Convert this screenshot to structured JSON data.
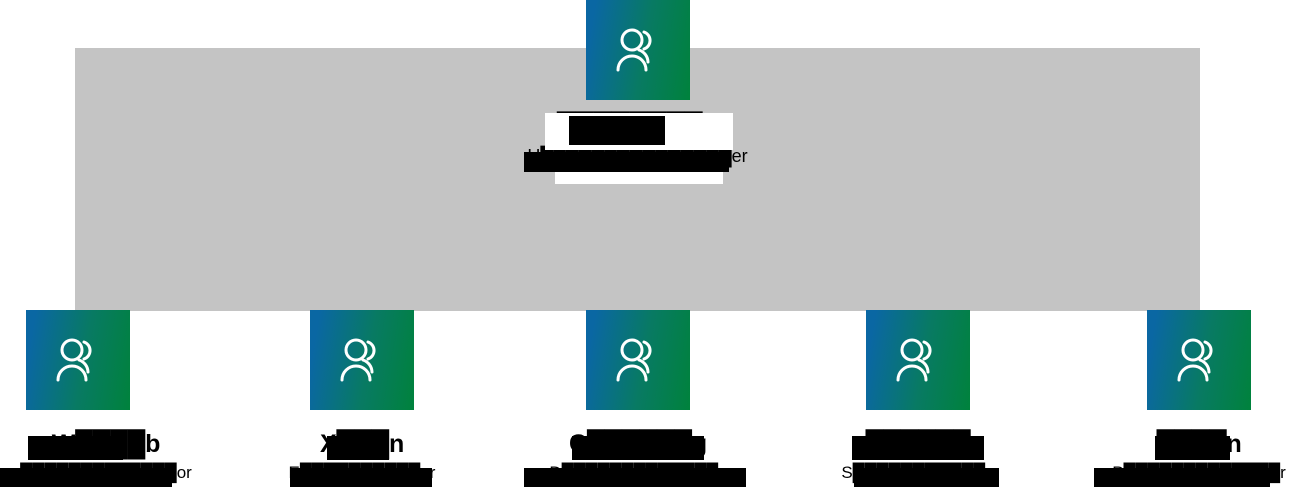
{
  "chart_type": "organization-chart",
  "colors": {
    "tile_gradient_start": "#0a67a3",
    "tile_gradient_end": "#00823c",
    "backdrop": "#c4c4c4",
    "text": "#000000",
    "icon": "#ffffff",
    "page_background": "#ffffff"
  },
  "icon": {
    "name": "two-people-icon",
    "glyph": "people"
  },
  "root": {
    "name": "████████n",
    "title": "H███████████████er",
    "icon": "two-people-icon"
  },
  "reports": [
    {
      "name": "W████b",
      "title": "█████████████or",
      "icon": "two-people-icon"
    },
    {
      "name": "X███n",
      "title": "E██████████or",
      "icon": "two-people-icon"
    },
    {
      "name": "C██████g",
      "title": "D█████████████s",
      "icon": "two-people-icon"
    },
    {
      "name": "██████",
      "title": "S███████████n",
      "icon": "two-people-icon"
    },
    {
      "name": "████n",
      "title": "P█████████████r",
      "icon": "two-people-icon"
    }
  ]
}
